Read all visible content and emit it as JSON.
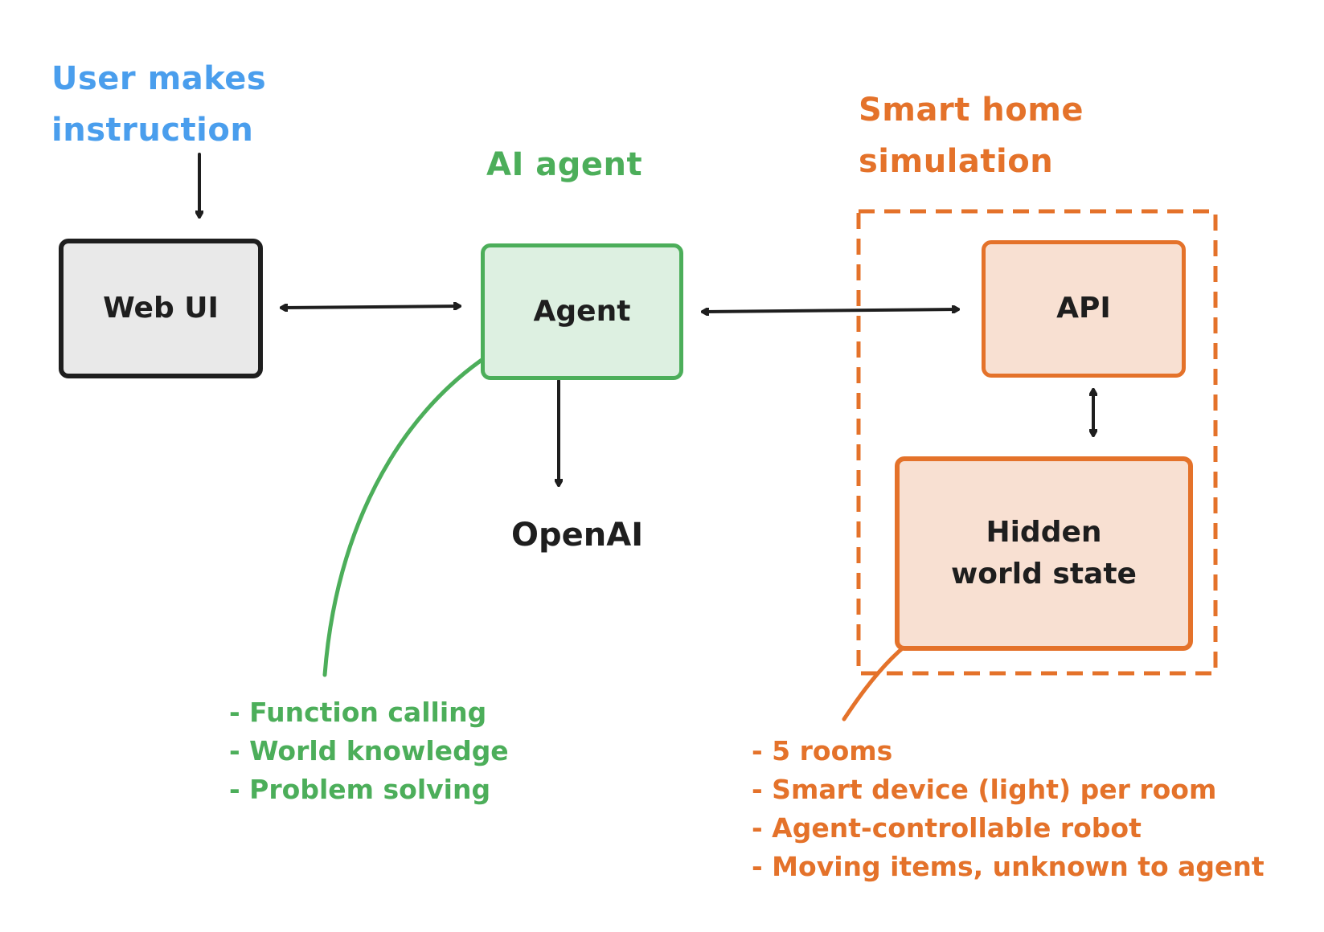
{
  "colors": {
    "ink": "#1e1e1e",
    "blue": "#4a9eed",
    "green": "#4cae5a",
    "green_fill": "#ddf0e1",
    "orange": "#e4722a",
    "orange_fill": "#f8e0d2",
    "grey_fill": "#e9e9e9"
  },
  "headings": {
    "user": [
      "User makes",
      "instruction"
    ],
    "agent": "AI agent",
    "smart_home": [
      "Smart home",
      "simulation"
    ]
  },
  "nodes": {
    "web_ui": "Web UI",
    "agent": "Agent",
    "openai": "OpenAI",
    "api": "API",
    "hidden_state": [
      "Hidden",
      "world state"
    ]
  },
  "agent_notes": [
    "- Function calling",
    "- World knowledge",
    "- Problem solving"
  ],
  "world_notes": [
    "- 5 rooms",
    "- Smart device (light) per room",
    "- Agent-controllable robot",
    "- Moving items, unknown to agent"
  ]
}
